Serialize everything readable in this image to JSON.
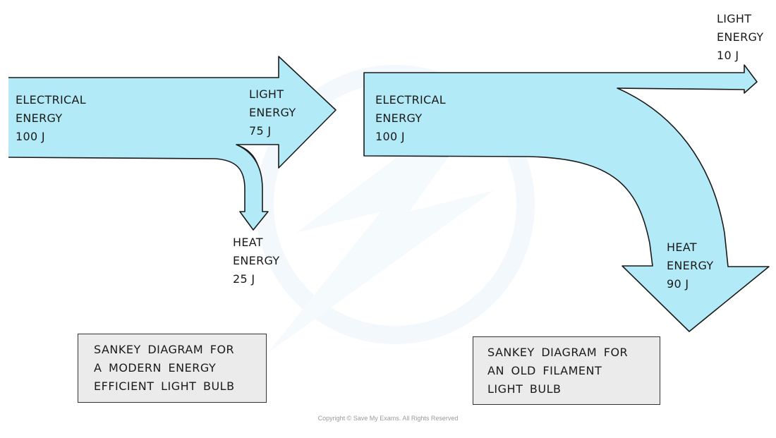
{
  "colors": {
    "arrow_fill": "#b3eaf7",
    "arrow_stroke": "#1a1a1a",
    "watermark": "#e8f4fb",
    "caption_bg": "#ebebeb"
  },
  "icons": {
    "watermark": "lightning-bolt-watermark-icon"
  },
  "diagram_modern": {
    "input": {
      "line1": "ELECTRICAL",
      "line2": "ENERGY",
      "line3": "100 J"
    },
    "useful": {
      "line1": "LIGHT",
      "line2": "ENERGY",
      "line3": "75 J"
    },
    "wasted": {
      "line1": "HEAT",
      "line2": "ENERGY",
      "line3": "25 J"
    },
    "caption": {
      "line1": "SANKEY DIAGRAM FOR",
      "line2": "A MODERN ENERGY",
      "line3": "EFFICIENT LIGHT BULB"
    }
  },
  "diagram_filament": {
    "input": {
      "line1": "ELECTRICAL",
      "line2": "ENERGY",
      "line3": "100 J"
    },
    "useful": {
      "line1": "LIGHT",
      "line2": "ENERGY",
      "line3": "10 J"
    },
    "wasted": {
      "line1": "HEAT",
      "line2": "ENERGY",
      "line3": "90 J"
    },
    "caption": {
      "line1": "SANKEY DIAGRAM FOR",
      "line2": "AN OLD FILAMENT",
      "line3": "LIGHT BULB"
    }
  },
  "copyright": "Copyright © Save My Exams. All Rights Reserved"
}
